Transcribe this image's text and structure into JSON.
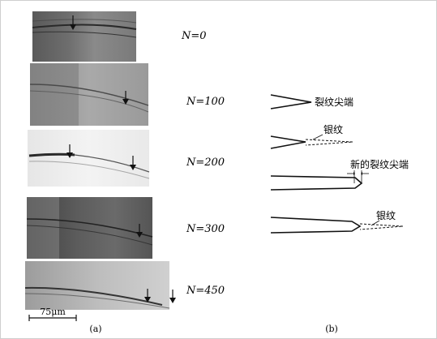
{
  "panels": [
    {
      "id": "a",
      "label": "(a)"
    },
    {
      "id": "b",
      "label": "(b)"
    }
  ],
  "scale_bar": {
    "label": "75μm",
    "length_um": 75
  },
  "cycles": [
    {
      "label": "N=0",
      "n": 0
    },
    {
      "label": "N=100",
      "n": 100
    },
    {
      "label": "N=200",
      "n": 200
    },
    {
      "label": "N=300",
      "n": 300
    },
    {
      "label": "N=450",
      "n": 450
    }
  ],
  "annotations": {
    "crack_tip": "裂纹尖端",
    "craze_1": "银纹",
    "new_crack_tip": "新的裂纹尖端",
    "craze_2": "银纹"
  },
  "colors": {
    "micrograph_dark": "#4a4a4a",
    "micrograph_light": "#d8d8d8",
    "line": "#111111"
  }
}
